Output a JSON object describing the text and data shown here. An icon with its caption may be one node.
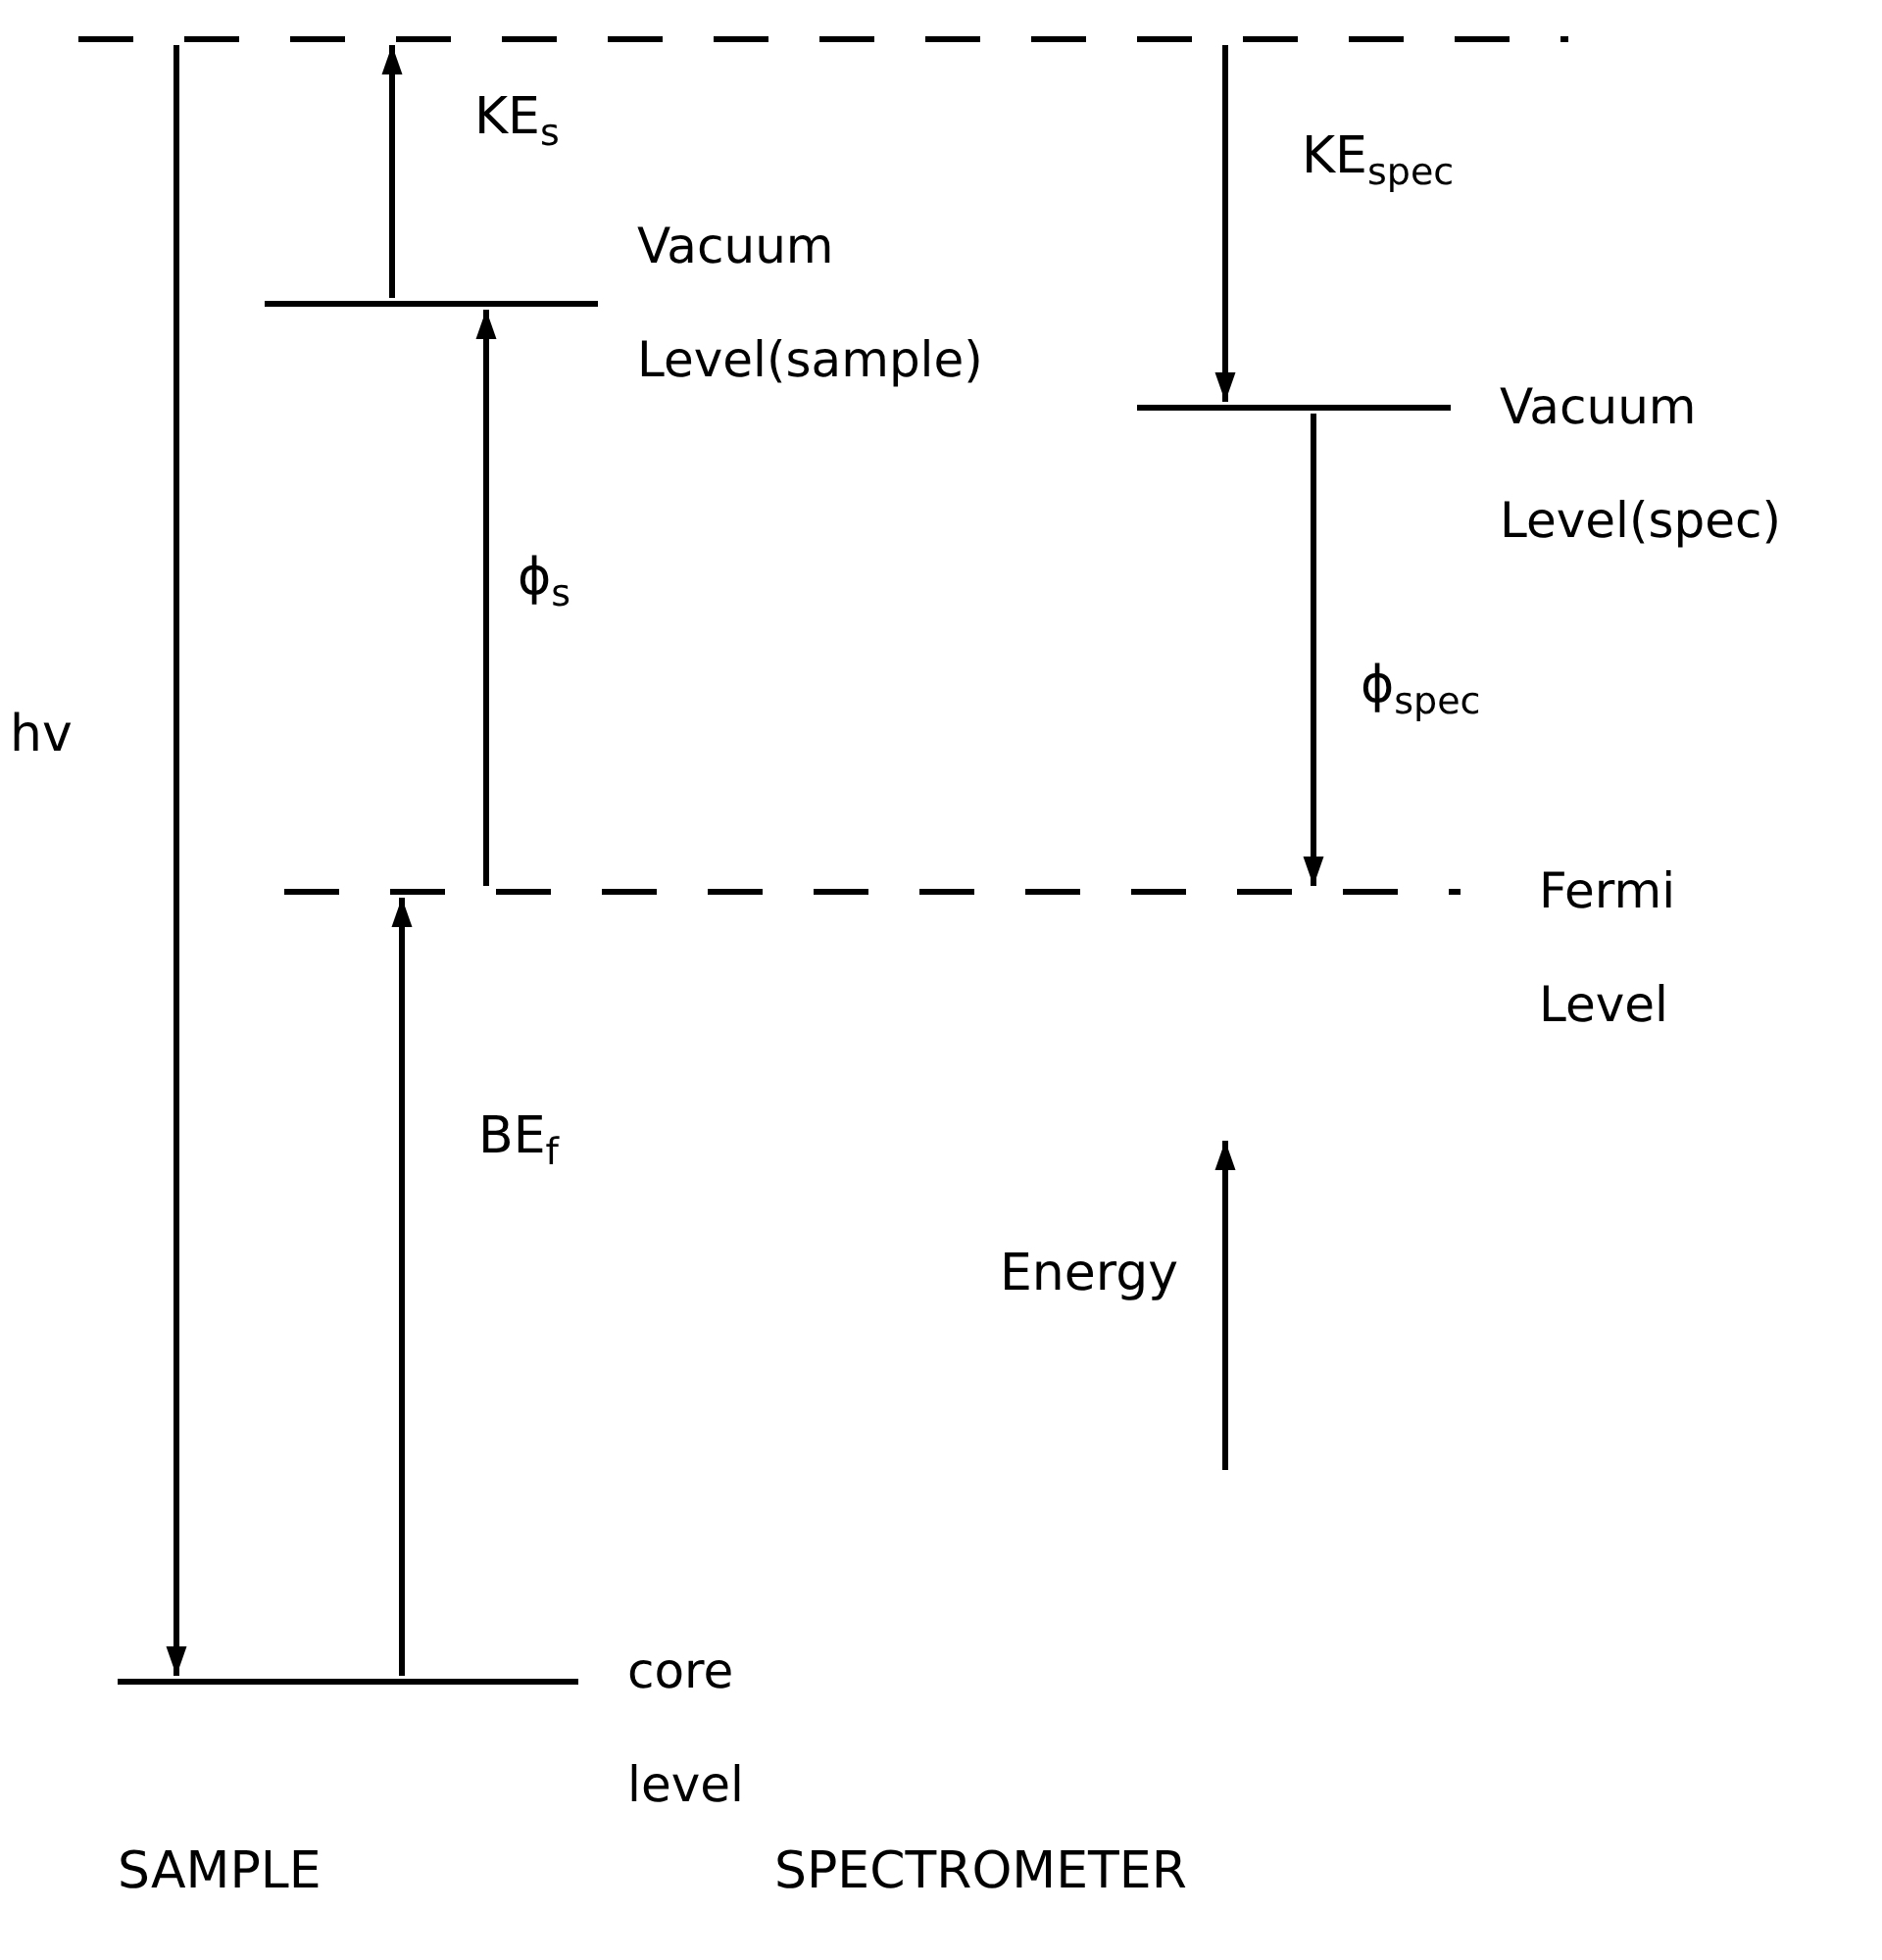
{
  "diagram": {
    "nodes": [
      {
        "text": [],
        "shape": "line"
      },
      {
        "text": [
          "Vacuum Level(sample)"
        ]
      },
      {
        "text": [
          "Vacuum Level(spec)"
        ]
      },
      {
        "text": [
          "Fermi Level"
        ]
      },
      {
        "text": [
          "core level"
        ]
      }
    ],
    "edges": [
      {
        "from": 0,
        "to": 4,
        "arrow": "to",
        "label": "hv"
      },
      {
        "from": 1,
        "to": 0,
        "arrow": "to",
        "label": "KE$_{s}$"
      },
      {
        "from": 3,
        "to": 1,
        "arrow": "to",
        "label": "ϕ$_{s}$"
      },
      {
        "from": 4,
        "to": 3,
        "arrow": "to",
        "label": "BE$_{f}$"
      },
      {
        "from": 0,
        "to": 2,
        "arrow": "to",
        "label": "KE$_{spec}$"
      },
      {
        "from": 2,
        "to": 3,
        "arrow": "to",
        "label": "ϕ$_{spec}$"
      }
    ],
    "labels": [
      "Energy",
      "SAMPLE",
      "SPECTROMETER"
    ]
  }
}
